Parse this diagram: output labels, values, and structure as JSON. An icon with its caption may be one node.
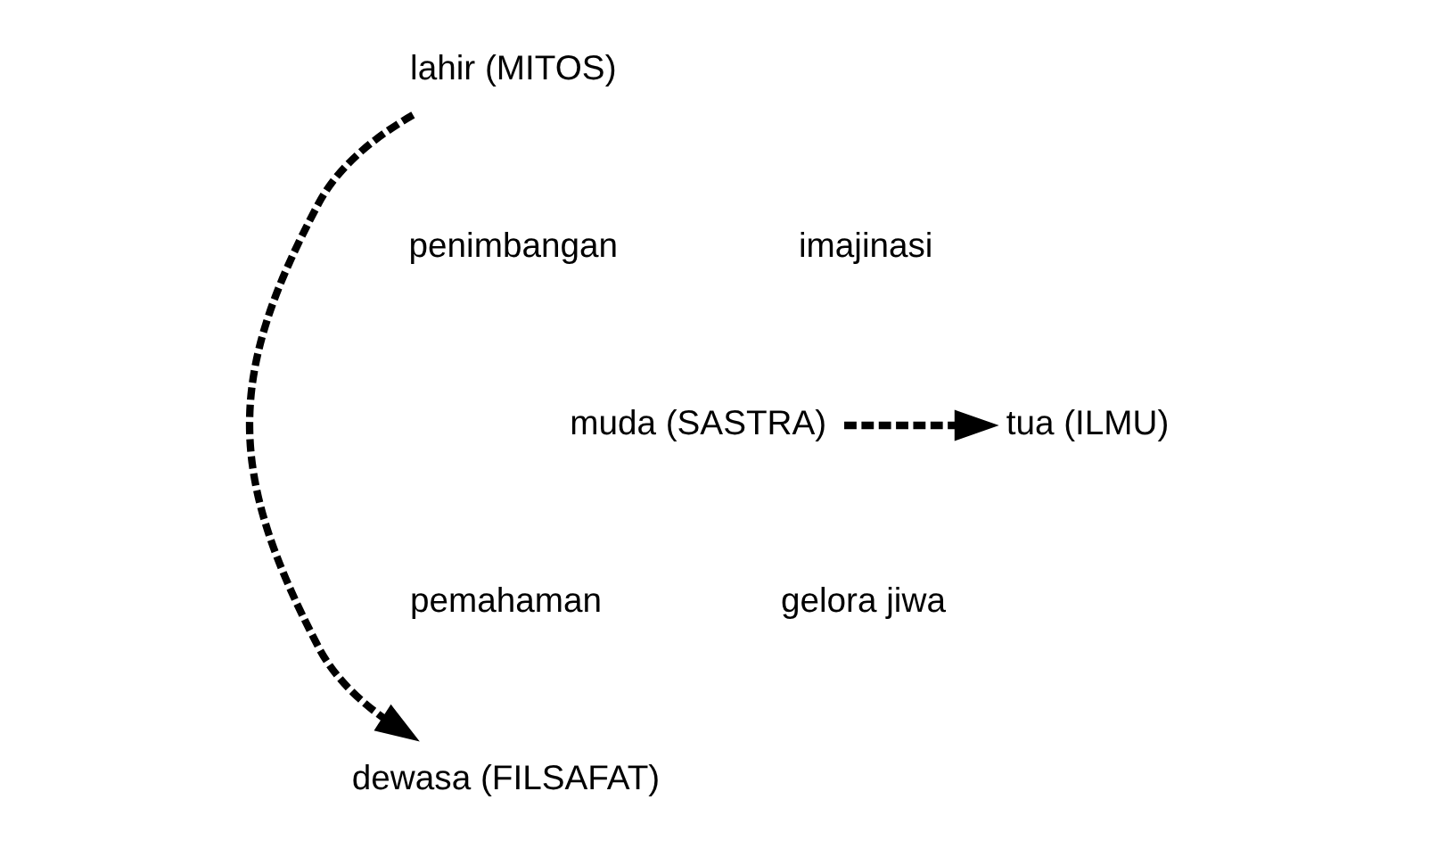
{
  "diagram": {
    "nodes": [
      {
        "text": [
          "lahir (MITOS)"
        ]
      },
      {
        "text": [
          "tua (ILMU)"
        ]
      },
      {
        "text": [
          "muda (SASTRA)"
        ]
      },
      {
        "text": [
          "dewasa (FILSAFAT)"
        ]
      }
    ],
    "edges": [
      {
        "from": 0,
        "to": 3,
        "arrow": "to",
        "style": "dashed"
      },
      {
        "from": 2,
        "to": 1,
        "arrow": "to",
        "style": "dashed"
      }
    ],
    "labels": [
      "penimbangan",
      "imajinasi",
      "pemahaman",
      "gelora jiwa"
    ]
  }
}
